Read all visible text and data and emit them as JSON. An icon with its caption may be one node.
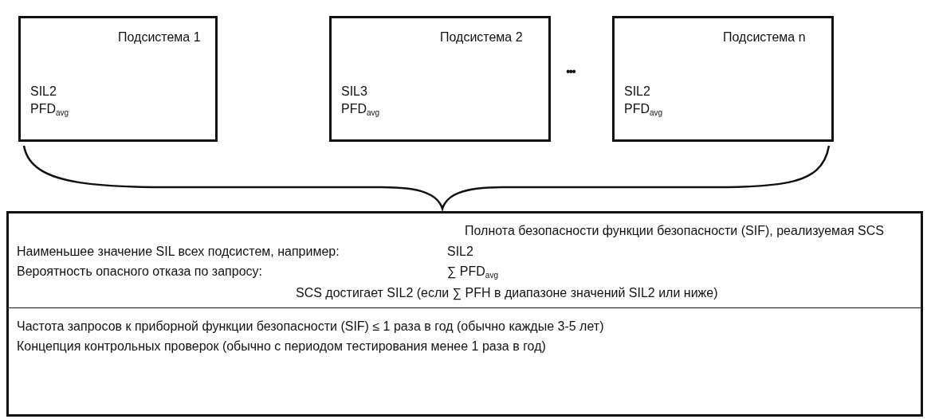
{
  "diagram": {
    "nodes": [
      {
        "text": [
          "Подсистема 1",
          "SIL2",
          "PFD$_{avg}$"
        ]
      },
      {
        "text": [
          "Подсистема 2",
          "SIL3",
          "PFD$_{avg}$"
        ]
      },
      {
        "text": [
          "Подсистема n",
          "SIL2",
          "PFD$_{avg}$"
        ]
      },
      {
        "text": [
          "Полнота безопасности функции безопасности (SIF), реализуемая SCS",
          "Наименьшее значение SIL всех подсистем, например:",
          "SIL2",
          "Вероятность опасного отказа по запросу:",
          "∑ PFD$_{avg}$",
          "SCS достигает SIL2 (если ∑ PFH в диапазоне значений SIL2 или ниже)",
          "Частота запросов к приборной функции безопасности (SIF) ≤ 1 раза в год (обычно каждые 3-5 лет)",
          "Концепция контрольных проверок (обычно с периодом тестирования менее 1 раза в год)"
        ]
      }
    ],
    "edges": [],
    "labels": [
      "•••"
    ]
  }
}
